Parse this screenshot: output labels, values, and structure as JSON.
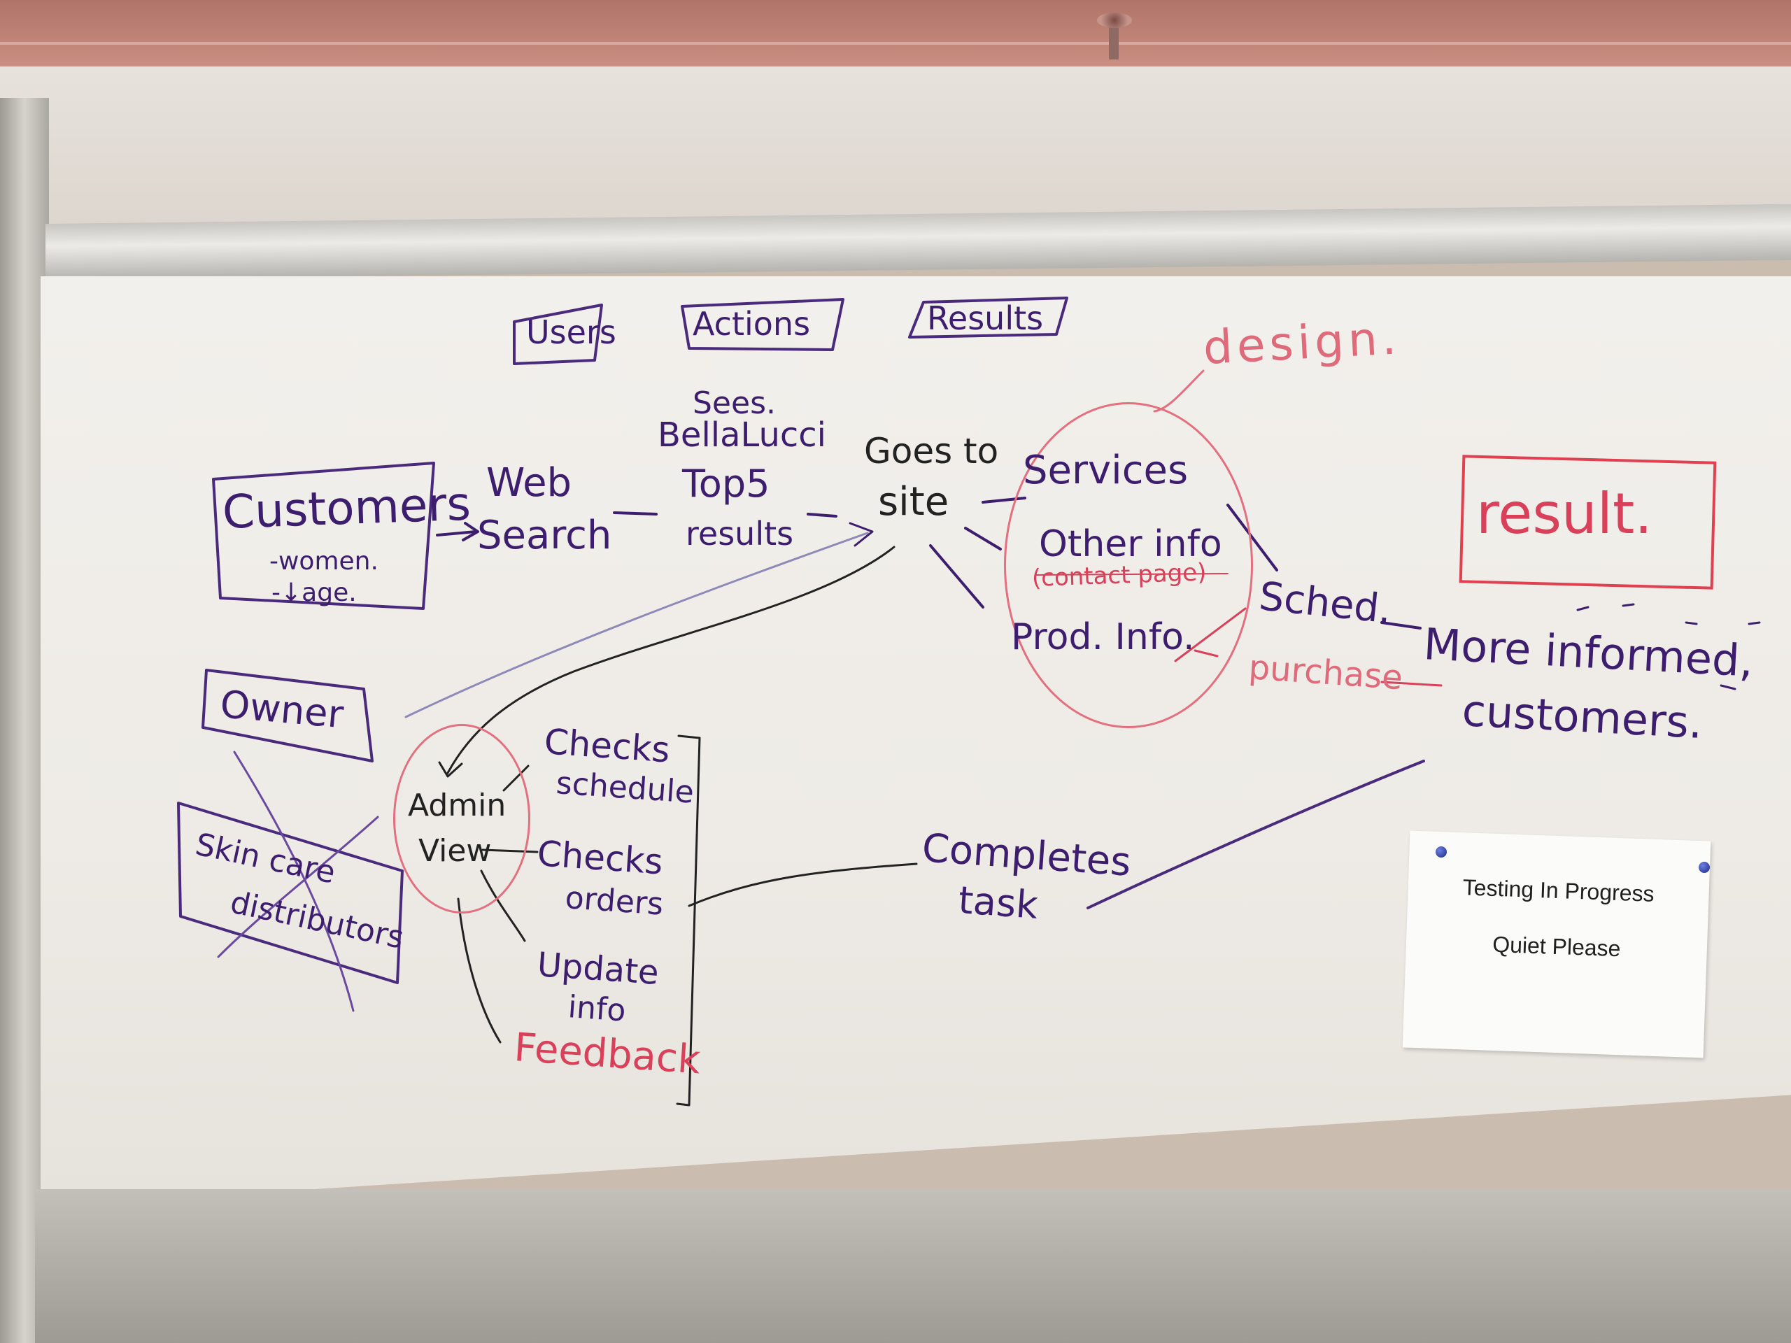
{
  "board": {
    "headers": {
      "users": "Users",
      "actions": "Actions",
      "results": "Results"
    },
    "customers": {
      "title": "Customers",
      "women": "-women.",
      "age": "-↓age."
    },
    "web_search": {
      "line1": "Web",
      "line2": "Search"
    },
    "sees": {
      "line1": "Sees.",
      "line2": "BellaLucci",
      "line3": "Top5",
      "line4": "results"
    },
    "goes_to_site": {
      "line1": "Goes to",
      "line2": "site"
    },
    "design": "design.",
    "services": "Services",
    "other_info": "Other info",
    "contact_page": "(contact page)",
    "prod_info": "Prod. Info.",
    "sched": "Sched.",
    "purchase": "purchase",
    "result": "result.",
    "more_informed": "More informed,",
    "customers_result": "customers.",
    "owner": "Owner",
    "skincare": {
      "line1": "Skin care",
      "line2": "distributors"
    },
    "admin_view": {
      "line1": "Admin",
      "line2": "View"
    },
    "checks_schedule": {
      "line1": "Checks",
      "line2": "schedule"
    },
    "checks_orders": {
      "line1": "Checks",
      "line2": "orders"
    },
    "update_info": {
      "line1": "Update",
      "line2": "info"
    },
    "feedback": "Feedback",
    "completes_task": {
      "line1": "Completes",
      "line2": "task"
    }
  },
  "sign": {
    "line1": "Testing In Progress",
    "line2": "Quiet Please"
  },
  "colors": {
    "marker_purple": "#3d1e6e",
    "marker_red": "#d9405a",
    "marker_pink": "#df6a7a",
    "board": "#eeebe6"
  }
}
